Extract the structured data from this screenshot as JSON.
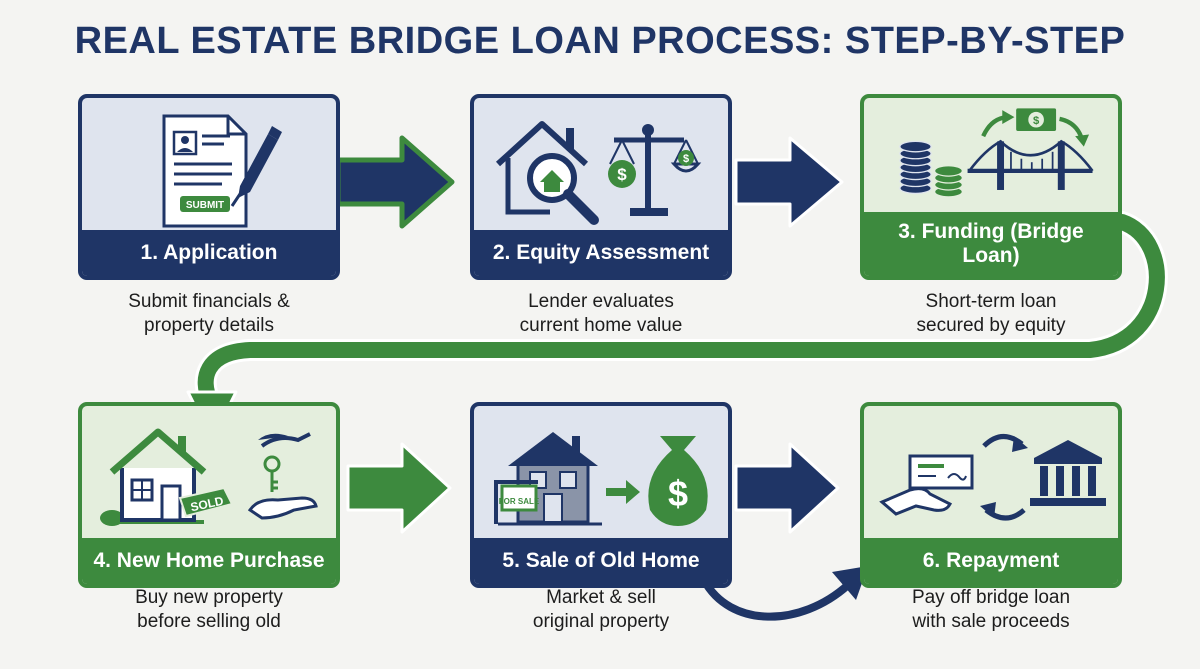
{
  "title": "REAL ESTATE BRIDGE LOAN PROCESS: STEP-BY-STEP",
  "colors": {
    "navy": "#1f3566",
    "green": "#3d8a3e",
    "navy_bg": "#dfe4ee",
    "green_bg": "#e4eedd"
  },
  "steps": [
    {
      "label": "1. Application",
      "desc1": "Submit financials &",
      "desc2": "property details",
      "icons": [
        "document-icon",
        "pen-icon"
      ],
      "art_text": "SUBMIT"
    },
    {
      "label": "2. Equity Assessment",
      "desc1": "Lender evaluates",
      "desc2": "current home value",
      "icons": [
        "house-icon",
        "magnifier-icon",
        "scale-icon"
      ]
    },
    {
      "label": "3. Funding (Bridge Loan)",
      "desc1": "Short-term loan",
      "desc2": "secured by equity",
      "icons": [
        "coins-icon",
        "bridge-icon",
        "cash-icon"
      ]
    },
    {
      "label": "4. New Home Purchase",
      "desc1": "Buy new property",
      "desc2": "before selling old",
      "icons": [
        "house-icon",
        "key-handoff-icon"
      ],
      "art_text": "SOLD"
    },
    {
      "label": "5. Sale of Old Home",
      "desc1": "Market & sell",
      "desc2": "original property",
      "icons": [
        "house-icon",
        "money-bag-icon"
      ],
      "art_text": "FOR SALE"
    },
    {
      "label": "6. Repayment",
      "desc1": "Pay off bridge loan",
      "desc2": "with sale proceeds",
      "icons": [
        "check-icon",
        "bank-icon",
        "cycle-arrows-icon"
      ]
    }
  ]
}
